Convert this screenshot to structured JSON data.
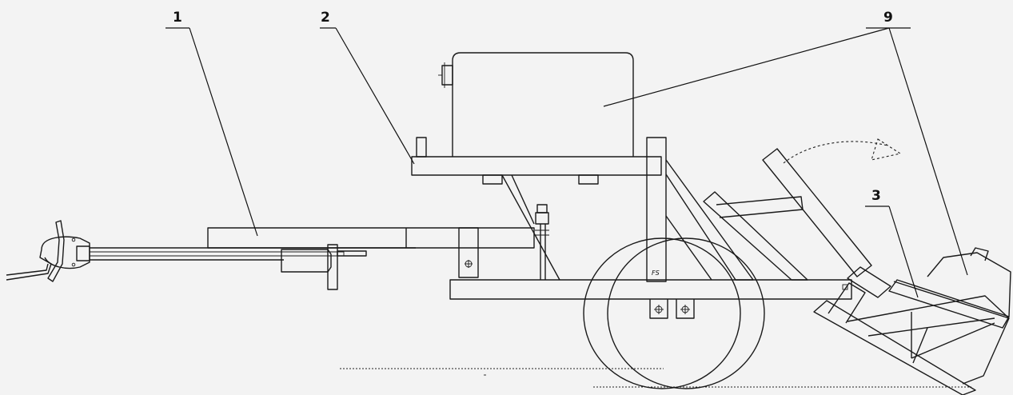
{
  "diagram": {
    "callouts": [
      {
        "id": "1",
        "label": "1"
      },
      {
        "id": "2",
        "label": "2"
      },
      {
        "id": "9",
        "label": "9"
      },
      {
        "id": "3",
        "label": "3"
      }
    ],
    "frame_marking": "FS"
  }
}
